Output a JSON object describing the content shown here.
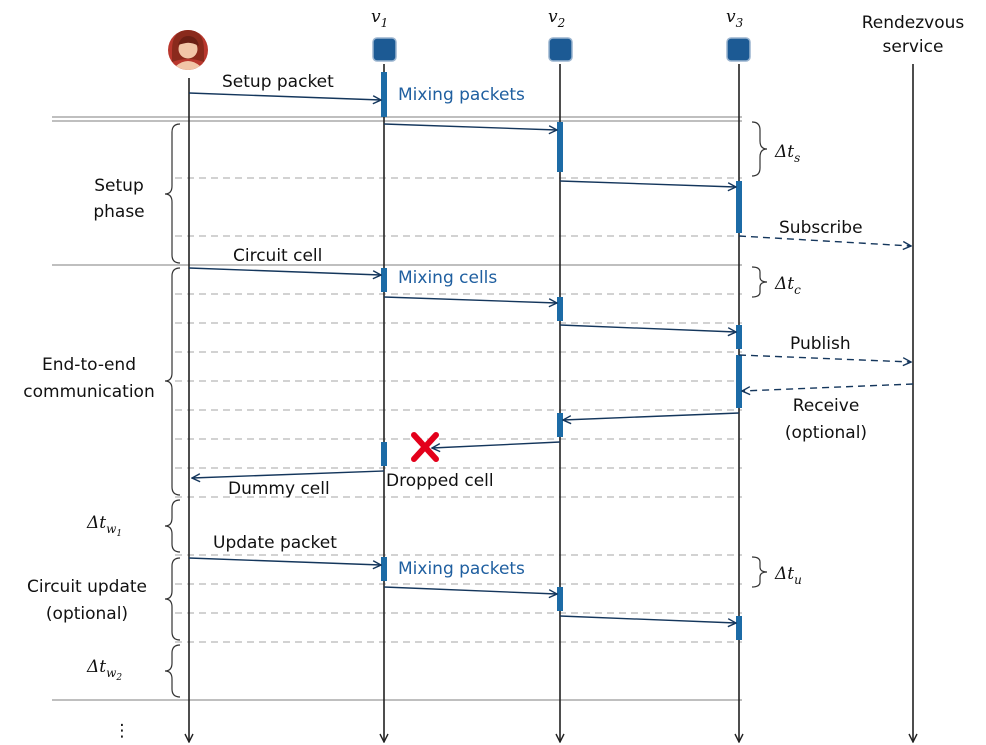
{
  "participants": {
    "v1": {
      "base": "v",
      "sub": "1"
    },
    "v2": {
      "base": "v",
      "sub": "2"
    },
    "v3": {
      "base": "v",
      "sub": "3"
    },
    "rendezvous_line1": "Rendezvous",
    "rendezvous_line2": "service"
  },
  "messages": {
    "setup_packet": "Setup packet",
    "mixing_packets_1": "Mixing packets",
    "subscribe": "Subscribe",
    "circuit_cell": "Circuit cell",
    "mixing_cells": "Mixing cells",
    "publish": "Publish",
    "receive_line1": "Receive",
    "receive_line2": "(optional)",
    "dropped_cell": "Dropped cell",
    "dummy_cell": "Dummy cell",
    "update_packet": "Update packet",
    "mixing_packets_2": "Mixing packets"
  },
  "phases": {
    "setup_line1": "Setup",
    "setup_line2": "phase",
    "e2e_line1": "End-to-end",
    "e2e_line2": "communication",
    "update_line1": "Circuit update",
    "update_line2": "(optional)",
    "continuation": "⋮"
  },
  "deltas": {
    "ts": {
      "base": "Δt",
      "sub": "s"
    },
    "tc": {
      "base": "Δt",
      "sub": "c"
    },
    "tu": {
      "base": "Δt",
      "sub": "u"
    },
    "tw1": {
      "base": "Δt",
      "sub": "w",
      "subsub": "1"
    },
    "tw2": {
      "base": "Δt",
      "sub": "w",
      "subsub": "2"
    }
  },
  "icons": {
    "user": "user-avatar-icon",
    "node": "relay-node-icon",
    "drop": "red-x-icon"
  },
  "colors": {
    "accent_blue": "#1f5fa0",
    "bar_blue": "#1c6ba6",
    "arrow_navy": "#14365c",
    "drop_red": "#e3001b"
  }
}
